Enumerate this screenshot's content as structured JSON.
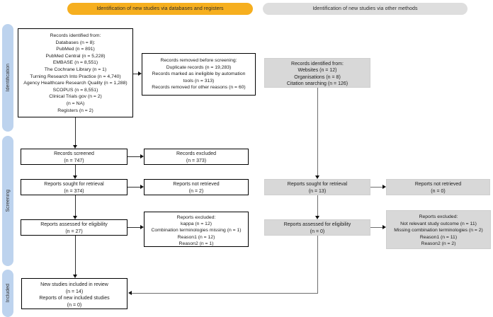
{
  "banners": {
    "left": "Identification of new studies via databases and registers",
    "right": "Identification of new studies via other methods"
  },
  "sidebar": {
    "identification": "Identification",
    "screening": "Screening",
    "included": "Included"
  },
  "colors": {
    "banner_left": "#F6AF1F",
    "banner_right": "#DEDEDE",
    "sidebar_pill": "#BDD3EE",
    "gray_box": "#D8D8D8",
    "white_box_border": "#000000"
  },
  "boxes": {
    "db_records": {
      "lines": [
        "Records identified from:",
        "Databases (n = 8):",
        "PubMed (n = 891)",
        "PubMed Central (n = 5,228)",
        "EMBASE (n = 8,551)",
        "The Cochrane Library (n = 1)",
        "Turning Research Into Practice (n = 4,740)",
        "Agency Healthcare Research Quality (n = 1,288)",
        "SCOPUS (n = 8,551)",
        "Clinical Trials gov (n = 2)",
        "(n = NA)",
        "Registers (n = 2)"
      ]
    },
    "removed_before_screening": {
      "lines": [
        "Records removed before screening:",
        "Duplicate records (n = 19,283)",
        "Records marked as ineligible by automation",
        "tools (n = 313)",
        "Records removed for other reasons (n = 60)"
      ]
    },
    "records_screened": {
      "lines": [
        "Records screened",
        "(n = 747)"
      ]
    },
    "records_excluded": {
      "lines": [
        "Records excluded",
        "(n = 373)"
      ]
    },
    "reports_sought_db": {
      "lines": [
        "Reports sought for retrieval",
        "(n = 374)"
      ]
    },
    "reports_not_retrieved_db": {
      "lines": [
        "Reports not retrieved",
        "(n = 2)"
      ]
    },
    "reports_assessed_db": {
      "lines": [
        "Reports assessed for eligibility",
        "(n = 27)"
      ]
    },
    "reports_excluded_db": {
      "lines": [
        "Reports excluded:",
        "kappa (n = 12)",
        "Combination terminologies missing (n = 1)",
        "Reason1 (n = 12)",
        "Reason2 (n = 1)"
      ]
    },
    "new_studies": {
      "lines": [
        "New studies included in review",
        "(n = 14)",
        "Reports of new included studies",
        "(n = 0)"
      ]
    },
    "other_records": {
      "lines": [
        "Records identified from:",
        "Websites (n = 12)",
        "Organisations (n = 8)",
        "Citation searching (n = 126)"
      ]
    },
    "reports_sought_other": {
      "lines": [
        "Reports sought for retrieval",
        "(n = 13)"
      ]
    },
    "reports_not_retrieved_other": {
      "lines": [
        "Reports not retrieved",
        "(n = 0)"
      ]
    },
    "reports_assessed_other": {
      "lines": [
        "Reports assessed for eligibility",
        "(n = 0)"
      ]
    },
    "reports_excluded_other": {
      "lines": [
        "Reports excluded:",
        "Not relevant study outcome (n = 11)",
        "Missing combination terminologies (n = 2)",
        "Reason1 (n = 11)",
        "Reason2 (n = 2)"
      ]
    }
  }
}
